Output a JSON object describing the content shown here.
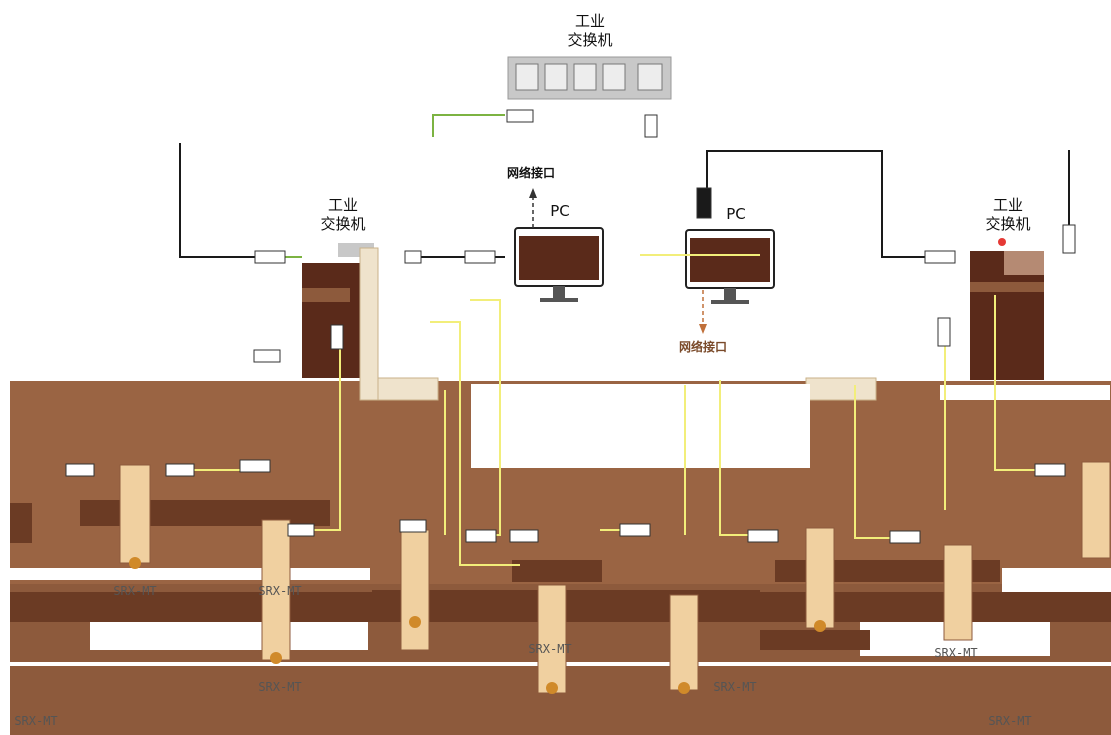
{
  "colors": {
    "bg": "#ffffff",
    "panel": "#9a6443",
    "panel_dark": "#5a2a1a",
    "rail": "#6b3b24",
    "ethernet": "#f2ee7a",
    "serial": "#f0d0a0",
    "green": "#7cb342",
    "black": "#1a1a1a",
    "switch_gray": "#c8c8c8",
    "terminal": "#efefef",
    "orange": "#d08a2a"
  },
  "icons": [
    "industrial-switch-icon",
    "pc-monitor-icon",
    "rj45-connector-icon",
    "din-rail-module-icon"
  ],
  "labels": {
    "switch_top": "工业\n交换机",
    "switch_left": "工业\n交换机",
    "switch_right": "工业\n交换机",
    "pc_left": "PC",
    "pc_right": "PC",
    "net_port_upper": "网络接口",
    "net_port_lower": "网络接口"
  },
  "module_labels": [
    "SRX-MT",
    "SRX-MT",
    "SRX-MT",
    "SRX-MT",
    "SRX-MT",
    "SRX-MT",
    "SRX-MT",
    "SRX-MT"
  ]
}
